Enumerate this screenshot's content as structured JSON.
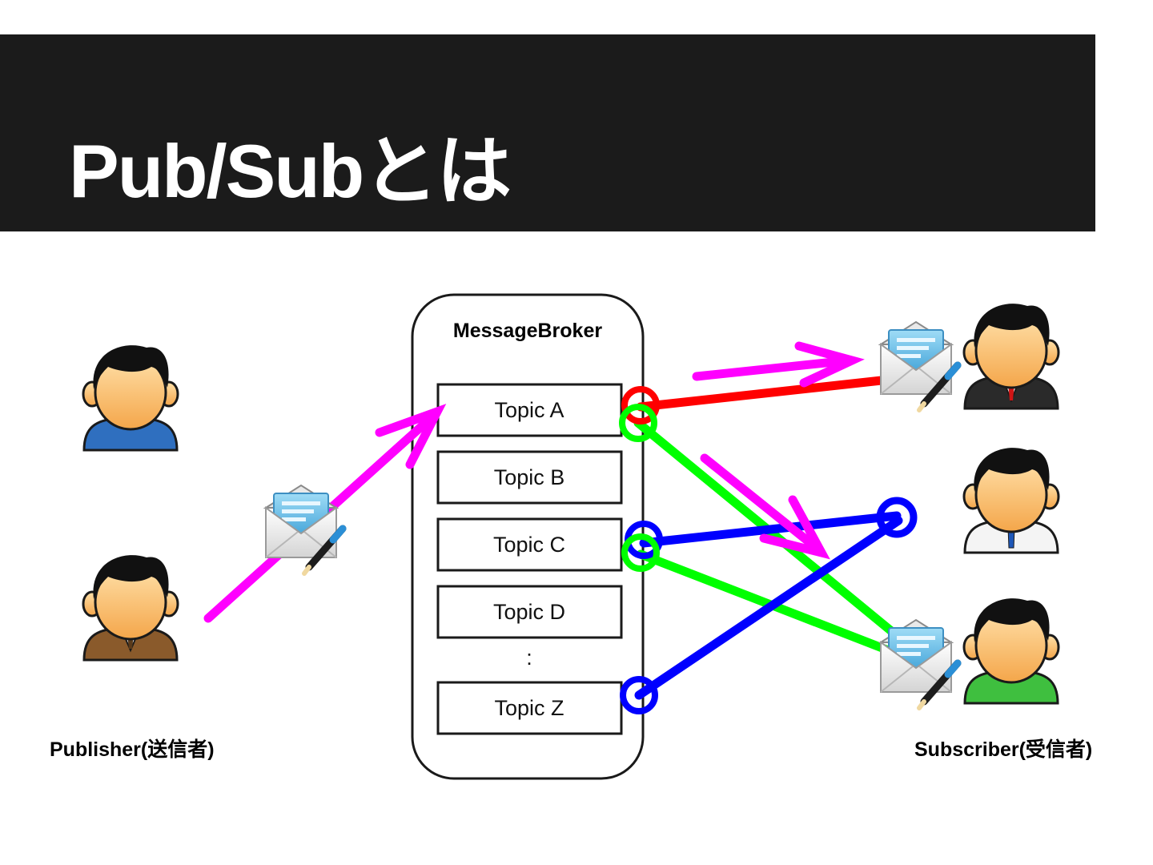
{
  "slide": {
    "title": "Pub/Subとは"
  },
  "broker": {
    "label": "MessageBroker",
    "topics": [
      "Topic A",
      "Topic B",
      "Topic C",
      "Topic D",
      "Topic Z"
    ],
    "ellipsis": ":"
  },
  "labels": {
    "publisher": "Publisher(送信者)",
    "subscriber": "Subscriber(受信者)"
  },
  "people": {
    "publishers": [
      {
        "shirt": "blue-shirt"
      },
      {
        "shirt": "brown-suit"
      }
    ],
    "subscribers": [
      {
        "shirt": "dark-suit-red-tie"
      },
      {
        "shirt": "white-shirt-blue-tie"
      },
      {
        "shirt": "green-shirt"
      }
    ]
  },
  "colors": {
    "title_bar": "#1b1b1b",
    "message_flow": "#ff00ff",
    "topic_a": "#ff0000",
    "topic_c": "#0000ff",
    "subscription_green": "#00ff00"
  }
}
